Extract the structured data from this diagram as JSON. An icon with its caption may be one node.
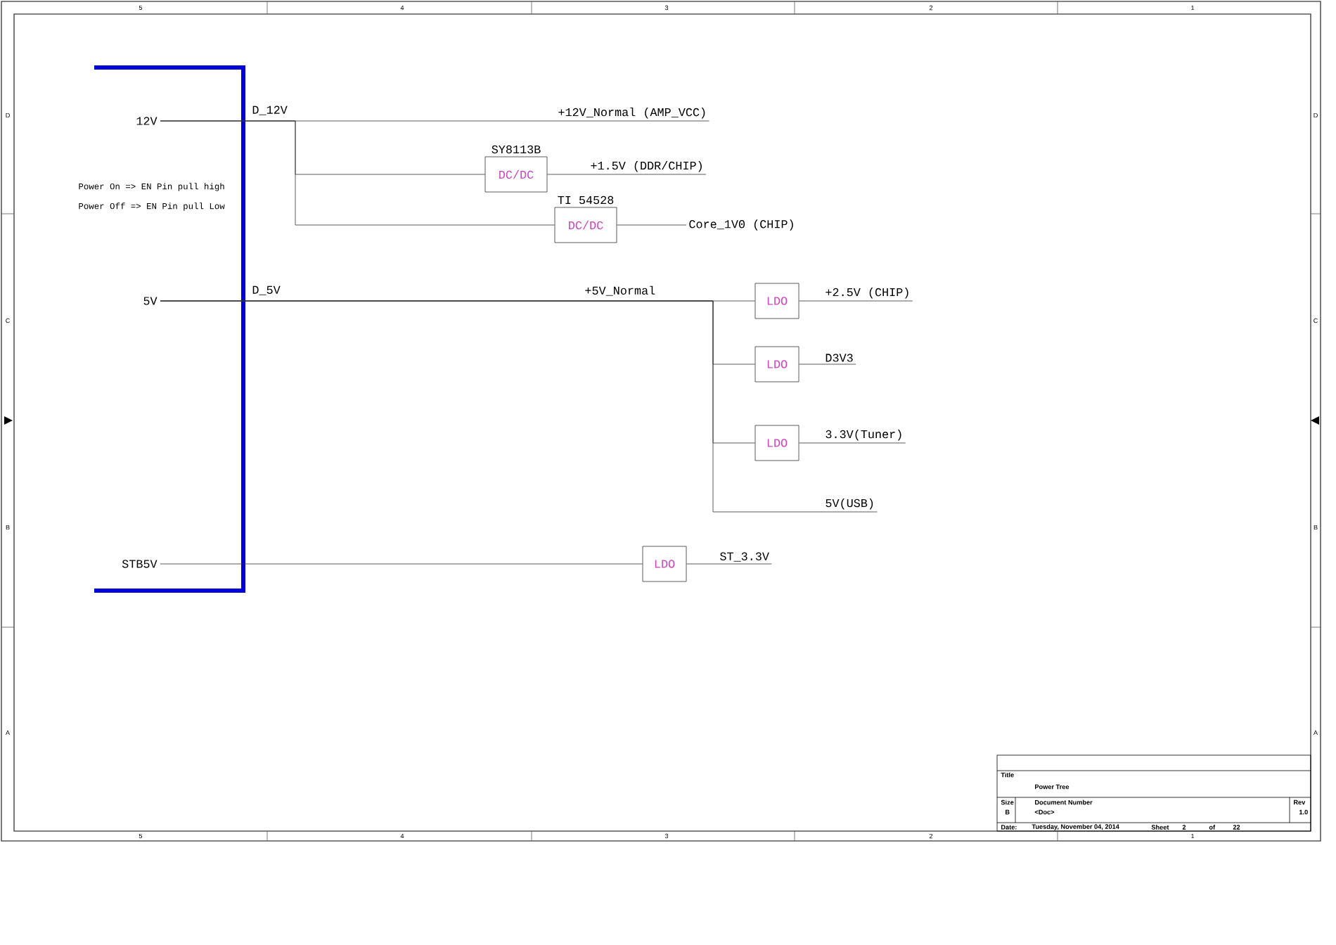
{
  "diagram": {
    "title": "Power Tree",
    "nodes": [
      {
        "text": [
          "12V"
        ]
      },
      {
        "text": [
          "5V"
        ]
      },
      {
        "text": [
          "STB5V"
        ]
      },
      {
        "text": [
          "SY8113B",
          "DC/DC"
        ]
      },
      {
        "text": [
          "TI 54528",
          "DC/DC"
        ]
      },
      {
        "text": [
          "LDO"
        ]
      },
      {
        "text": [
          "LDO"
        ]
      },
      {
        "text": [
          "LDO"
        ]
      },
      {
        "text": [
          "LDO"
        ]
      },
      {
        "text": [
          "+12V_Normal (AMP_VCC)"
        ]
      },
      {
        "text": [
          "+1.5V (DDR/CHIP)"
        ]
      },
      {
        "text": [
          "Core_1V0 (CHIP)"
        ]
      },
      {
        "text": [
          "5V(USB)"
        ]
      },
      {
        "text": [
          "+2.5V (CHIP)"
        ]
      },
      {
        "text": [
          "D3V3"
        ]
      },
      {
        "text": [
          "3.3V(Tuner)"
        ]
      },
      {
        "text": [
          "ST_3.3V"
        ]
      }
    ],
    "edges": [
      {
        "from": 0,
        "to": 9,
        "arrow": "none",
        "label": "D_12V"
      },
      {
        "from": 0,
        "to": 3,
        "arrow": "none"
      },
      {
        "from": 0,
        "to": 4,
        "arrow": "none"
      },
      {
        "from": 3,
        "to": 10,
        "arrow": "none"
      },
      {
        "from": 4,
        "to": 11,
        "arrow": "none"
      },
      {
        "from": 1,
        "to": 5,
        "arrow": "none",
        "label": "D_5V"
      },
      {
        "from": 1,
        "to": 6,
        "arrow": "none"
      },
      {
        "from": 1,
        "to": 7,
        "arrow": "none"
      },
      {
        "from": 1,
        "to": 12,
        "arrow": "none"
      },
      {
        "from": 5,
        "to": 13,
        "arrow": "none"
      },
      {
        "from": 6,
        "to": 14,
        "arrow": "none"
      },
      {
        "from": 7,
        "to": 15,
        "arrow": "none"
      },
      {
        "from": 2,
        "to": 8,
        "arrow": "none"
      },
      {
        "from": 8,
        "to": 16,
        "arrow": "none"
      }
    ],
    "labels": [
      "+5V_Normal",
      "Power On => EN Pin pull high",
      "Power Off => EN Pin pull Low",
      "5",
      "4",
      "3",
      "2",
      "1",
      "5",
      "4",
      "3",
      "2",
      "1",
      "D",
      "C",
      "B",
      "A",
      "D",
      "C",
      "B",
      "A",
      "Title",
      "Size",
      "B",
      "Document Number",
      "<Doc>",
      "Rev",
      "1.0",
      "Date:",
      "Tuesday, November 04, 2014",
      "Sheet",
      "2",
      "of",
      "22"
    ]
  }
}
